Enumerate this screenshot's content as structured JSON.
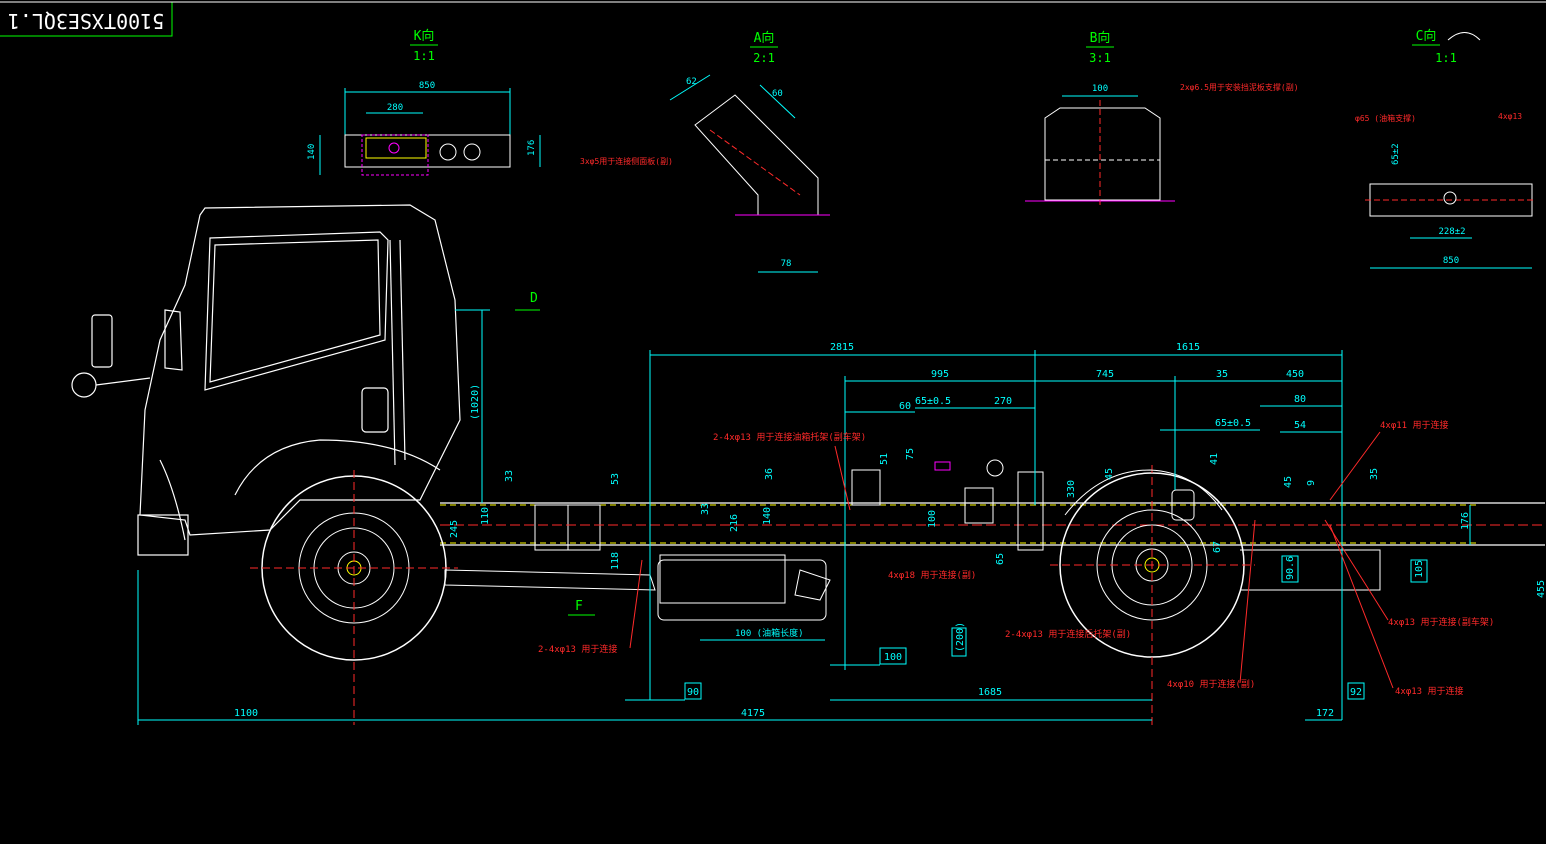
{
  "title_block": {
    "code": "5100TXSE3QL.1"
  },
  "views": {
    "k": {
      "title": "K向",
      "scale": "1:1",
      "dims": [
        "850",
        "280",
        "140",
        "176"
      ]
    },
    "a": {
      "title": "A向",
      "scale": "2:1",
      "dims": [
        "62",
        "60",
        "78"
      ],
      "note": "3xφ5用于连接侧面板(副)"
    },
    "b": {
      "title": "B向",
      "scale": "3:1",
      "dims": [
        "100"
      ],
      "note": "2xφ6.5用于安装挡泥板支撑(副)"
    },
    "c": {
      "title": "C向",
      "scale": "1:1",
      "dims": [
        "65±2",
        "228±2",
        "850"
      ],
      "note_left": "φ65 (油箱支撑)",
      "note_right": "4xφ13"
    }
  },
  "markers": {
    "d": "D",
    "f": "F"
  },
  "top_dims": {
    "d2815": "2815",
    "d1615": "1615",
    "d995": "995",
    "d745": "745",
    "d35": "35",
    "d450": "450",
    "d60": "60",
    "d65_05": "65±0.5",
    "d270": "270",
    "d65_05b": "65±0.5",
    "d80": "80",
    "d54": "54"
  },
  "vertical_dims": {
    "v1020": "(1020)",
    "v33": "33",
    "v53": "53",
    "v36": "36",
    "v75": "75",
    "v51": "51",
    "v41": "41",
    "v45a": "45",
    "v45b": "45",
    "v35": "35",
    "v9": "9",
    "v110": "110",
    "v245": "245",
    "v216": "216",
    "v140": "140",
    "v33b": "33",
    "v100": "100",
    "v330": "330",
    "v65": "65",
    "v67": "67",
    "v176": "176",
    "v105": "105",
    "v906": "90.6",
    "v455": "455",
    "v118": "118",
    "v200": "(200)"
  },
  "bottom_dims": {
    "d1100": "1100",
    "d4175": "4175",
    "d1685": "1685",
    "d90": "90",
    "d100box": "100",
    "d100note": "100 (油箱长度)",
    "d92": "92",
    "d172": "172"
  },
  "notes": {
    "n1": "2-4xφ13 用于连接油箱托架(副车架)",
    "n2": "4xφ11 用于连接",
    "n3": "4xφ18 用于连接(副)",
    "n4": "2-4xφ13 用于连接",
    "n5": "2-4xφ13 用于连接后托架(副)",
    "n6": "4xφ13 用于连接(副车架)",
    "n7": "4xφ10 用于连接(副)",
    "n8": "4xφ13 用于连接"
  },
  "colors": {
    "drawing": "#ffffff",
    "dimension": "#00ffff",
    "annotation": "#ff2a2a",
    "title": "#00ff00",
    "frame_edge": "#ffff00",
    "accent": "#ff00ff"
  }
}
